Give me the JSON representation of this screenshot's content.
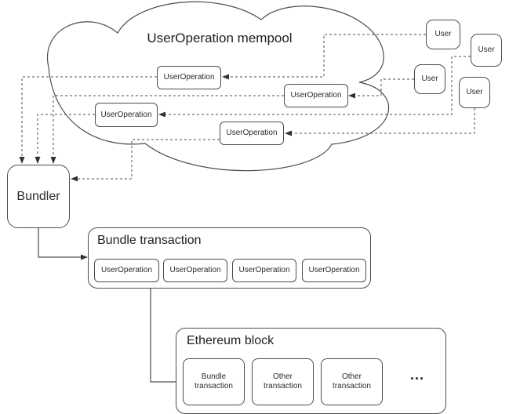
{
  "cloud": {
    "title": "UserOperation mempool",
    "operations": [
      {
        "label": "UserOperation"
      },
      {
        "label": "UserOperation"
      },
      {
        "label": "UserOperation"
      },
      {
        "label": "UserOperation"
      }
    ]
  },
  "users": [
    {
      "label": "User"
    },
    {
      "label": "User"
    },
    {
      "label": "User"
    },
    {
      "label": "User"
    }
  ],
  "bundler": {
    "label": "Bundler"
  },
  "bundle_transaction": {
    "title": "Bundle transaction",
    "operations": [
      {
        "label": "UserOperation"
      },
      {
        "label": "UserOperation"
      },
      {
        "label": "UserOperation"
      },
      {
        "label": "UserOperation"
      }
    ]
  },
  "ethereum_block": {
    "title": "Ethereum block",
    "transactions": [
      {
        "label": "Bundle transaction"
      },
      {
        "label": "Other transaction"
      },
      {
        "label": "Other transaction"
      }
    ],
    "ellipsis": "..."
  },
  "colors": {
    "stroke": "#4d4d4d",
    "arrow": "#333333",
    "background": "#ffffff",
    "text": "#2b2b2b"
  }
}
